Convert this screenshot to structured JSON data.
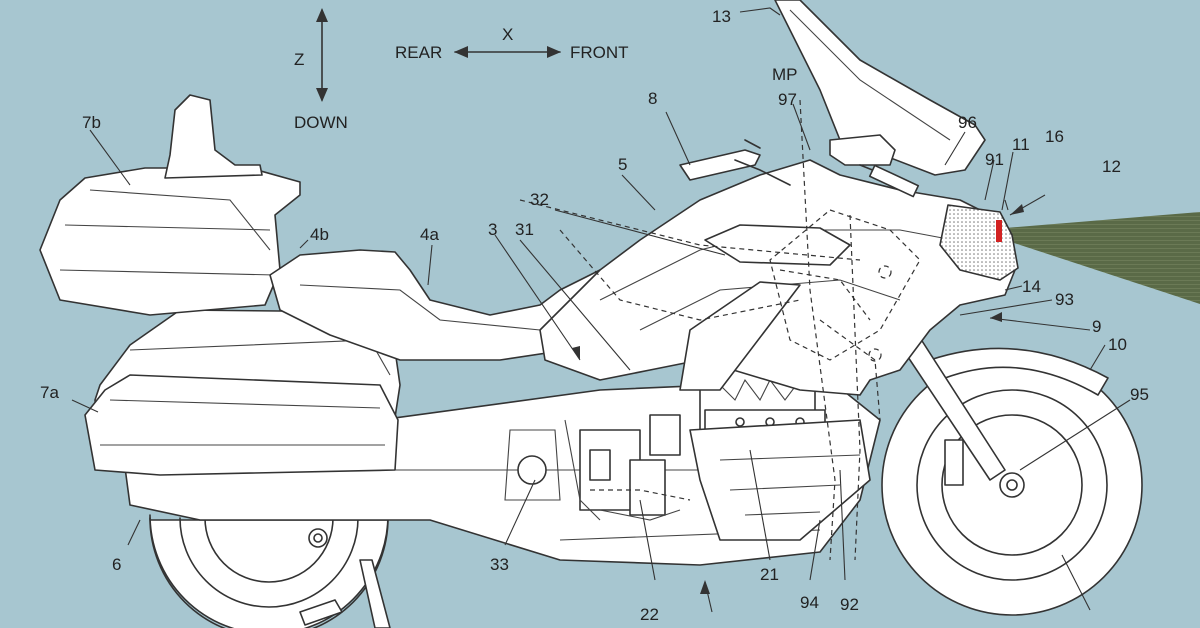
{
  "axes": {
    "z_label": "Z",
    "down_label": "DOWN",
    "x_label": "X",
    "rear_label": "REAR",
    "front_label": "FRONT"
  },
  "part_labels": [
    {
      "id": "13",
      "text": "13"
    },
    {
      "id": "MP",
      "text": "MP"
    },
    {
      "id": "97",
      "text": "97"
    },
    {
      "id": "96",
      "text": "96"
    },
    {
      "id": "11",
      "text": "11"
    },
    {
      "id": "16",
      "text": "16"
    },
    {
      "id": "12",
      "text": "12"
    },
    {
      "id": "91",
      "text": "91"
    },
    {
      "id": "8",
      "text": "8"
    },
    {
      "id": "5",
      "text": "5"
    },
    {
      "id": "32",
      "text": "32"
    },
    {
      "id": "7b",
      "text": "7b"
    },
    {
      "id": "4b",
      "text": "4b"
    },
    {
      "id": "4a",
      "text": "4a"
    },
    {
      "id": "3",
      "text": "3"
    },
    {
      "id": "31",
      "text": "31"
    },
    {
      "id": "14",
      "text": "14"
    },
    {
      "id": "93",
      "text": "93"
    },
    {
      "id": "9",
      "text": "9"
    },
    {
      "id": "10",
      "text": "10"
    },
    {
      "id": "95",
      "text": "95"
    },
    {
      "id": "7a",
      "text": "7a"
    },
    {
      "id": "6",
      "text": "6"
    },
    {
      "id": "33",
      "text": "33"
    },
    {
      "id": "22",
      "text": "22"
    },
    {
      "id": "21",
      "text": "21"
    },
    {
      "id": "94",
      "text": "94"
    },
    {
      "id": "92",
      "text": "92"
    }
  ],
  "colors": {
    "background": "#a7c6d0",
    "beam": "#5a6a47",
    "sensor": "#d22222",
    "line": "#333333",
    "body": "#ffffff"
  }
}
